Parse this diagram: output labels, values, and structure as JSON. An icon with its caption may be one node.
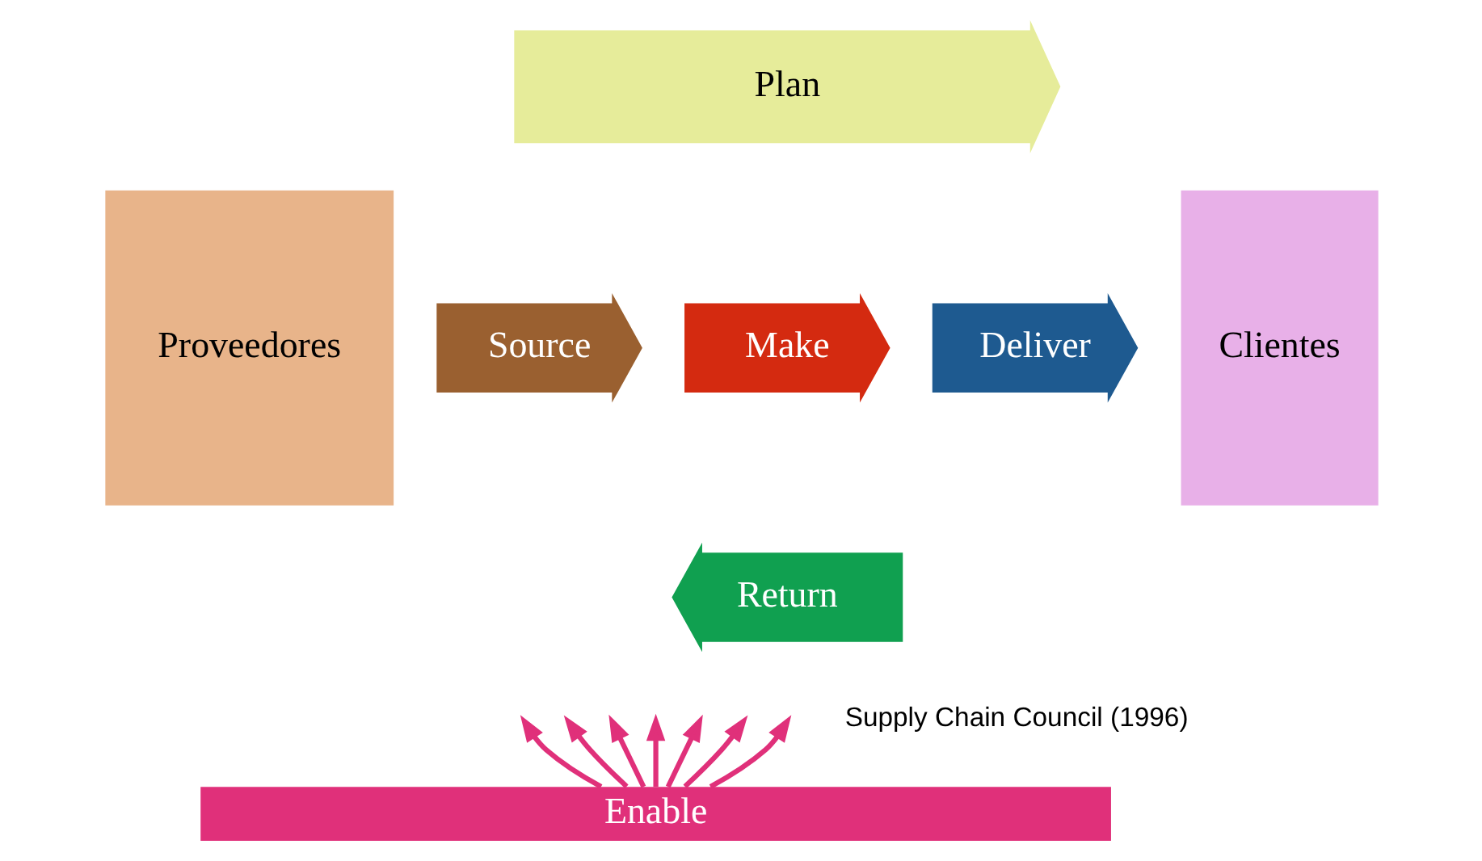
{
  "diagram": {
    "nodes": [
      {
        "text": [
          "Proveedores"
        ]
      },
      {
        "text": [
          "Plan"
        ]
      },
      {
        "text": [
          "Source"
        ]
      },
      {
        "text": [
          "Make"
        ]
      },
      {
        "text": [
          "Deliver"
        ]
      },
      {
        "text": [
          "Clientes"
        ]
      },
      {
        "text": [
          "Return"
        ]
      },
      {
        "text": [
          "Enable"
        ]
      }
    ],
    "edges": [
      {
        "from": 7,
        "to": null,
        "arrow": "to"
      },
      {
        "from": 7,
        "to": null,
        "arrow": "to"
      },
      {
        "from": 7,
        "to": null,
        "arrow": "to"
      },
      {
        "from": 7,
        "to": null,
        "arrow": "to"
      },
      {
        "from": 7,
        "to": null,
        "arrow": "to"
      },
      {
        "from": 7,
        "to": null,
        "arrow": "to"
      },
      {
        "from": 7,
        "to": null,
        "arrow": "to"
      }
    ],
    "labels": [
      "Supply Chain Council (1996)"
    ]
  }
}
